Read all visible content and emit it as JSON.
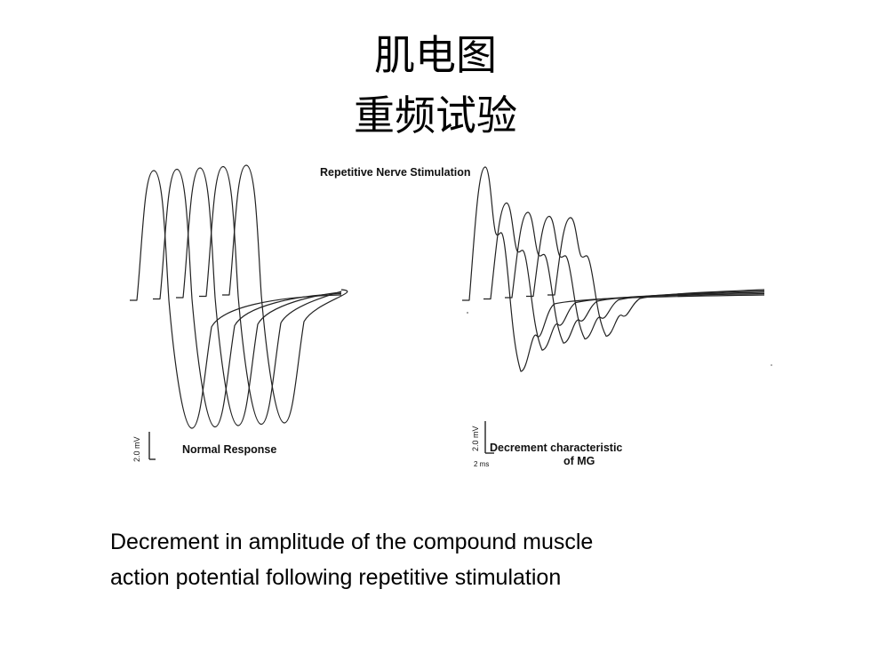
{
  "slide": {
    "title_line1": "肌电图",
    "title_line2": "重频试验",
    "caption_line1": "Decrement in amplitude of the compound muscle",
    "caption_line2": "action potential  following repetitive stimulation"
  },
  "figure": {
    "top_label": "Repetitive Nerve Stimulation",
    "left": {
      "label": "Normal Response",
      "scale_voltage": "2.0 mV"
    },
    "right": {
      "label_line1": "Decrement characteristic",
      "label_line2": "of MG",
      "scale_voltage": "2.0 mV",
      "scale_time": "2 ms"
    },
    "trace_color": "#222222",
    "normal_trace_count": 5,
    "decrement_trace_count": 5
  }
}
